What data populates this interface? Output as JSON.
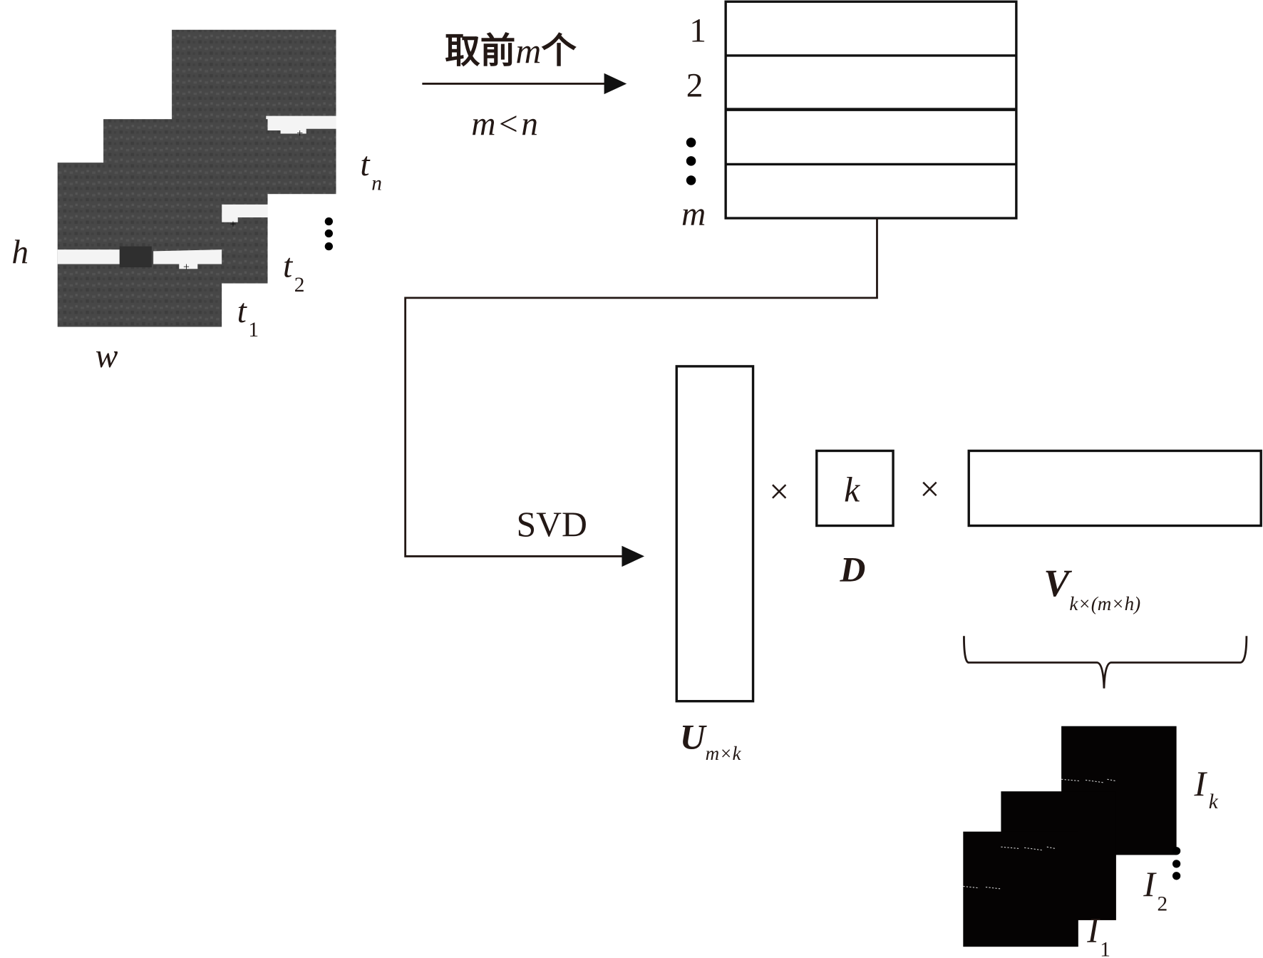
{
  "colors": {
    "ink": "#231815",
    "frame_gray": "#464646",
    "road_white": "#f4f4f4",
    "output_black": "#050303"
  },
  "input_stack": {
    "frames": [
      {
        "label": "t",
        "sub": "1"
      },
      {
        "label": "t",
        "sub": "2"
      },
      {
        "label": "t",
        "sub": "n"
      }
    ],
    "height_label": "h",
    "width_label": "w",
    "ellipsis_icon": "vertical-ellipsis-icon"
  },
  "select_step": {
    "label_prefix": "取前",
    "label_var": "m",
    "label_suffix": "个",
    "condition": {
      "left": "m",
      "op": "<",
      "right": "n"
    },
    "arrow_icon": "arrow-right-icon"
  },
  "stacked_matrix": {
    "row_labels": [
      "1",
      "2",
      "m"
    ],
    "ellipsis_icon": "vertical-ellipsis-icon",
    "rows": 4
  },
  "svd_step": {
    "label": "SVD",
    "arrow_icon": "arrow-right-icon"
  },
  "decomposition": {
    "u": {
      "name": "U",
      "sub": "m×k"
    },
    "times_1": "×",
    "d": {
      "name": "D",
      "inner": "k"
    },
    "times_2": "×",
    "v": {
      "name": "V",
      "sub": "k×(m×h)"
    },
    "brace_icon": "curly-brace-icon"
  },
  "output_stack": {
    "frames": [
      {
        "label": "I",
        "sub": "1"
      },
      {
        "label": "I",
        "sub": "2"
      },
      {
        "label": "I",
        "sub": "k"
      }
    ],
    "ellipsis_icon": "vertical-ellipsis-icon"
  }
}
